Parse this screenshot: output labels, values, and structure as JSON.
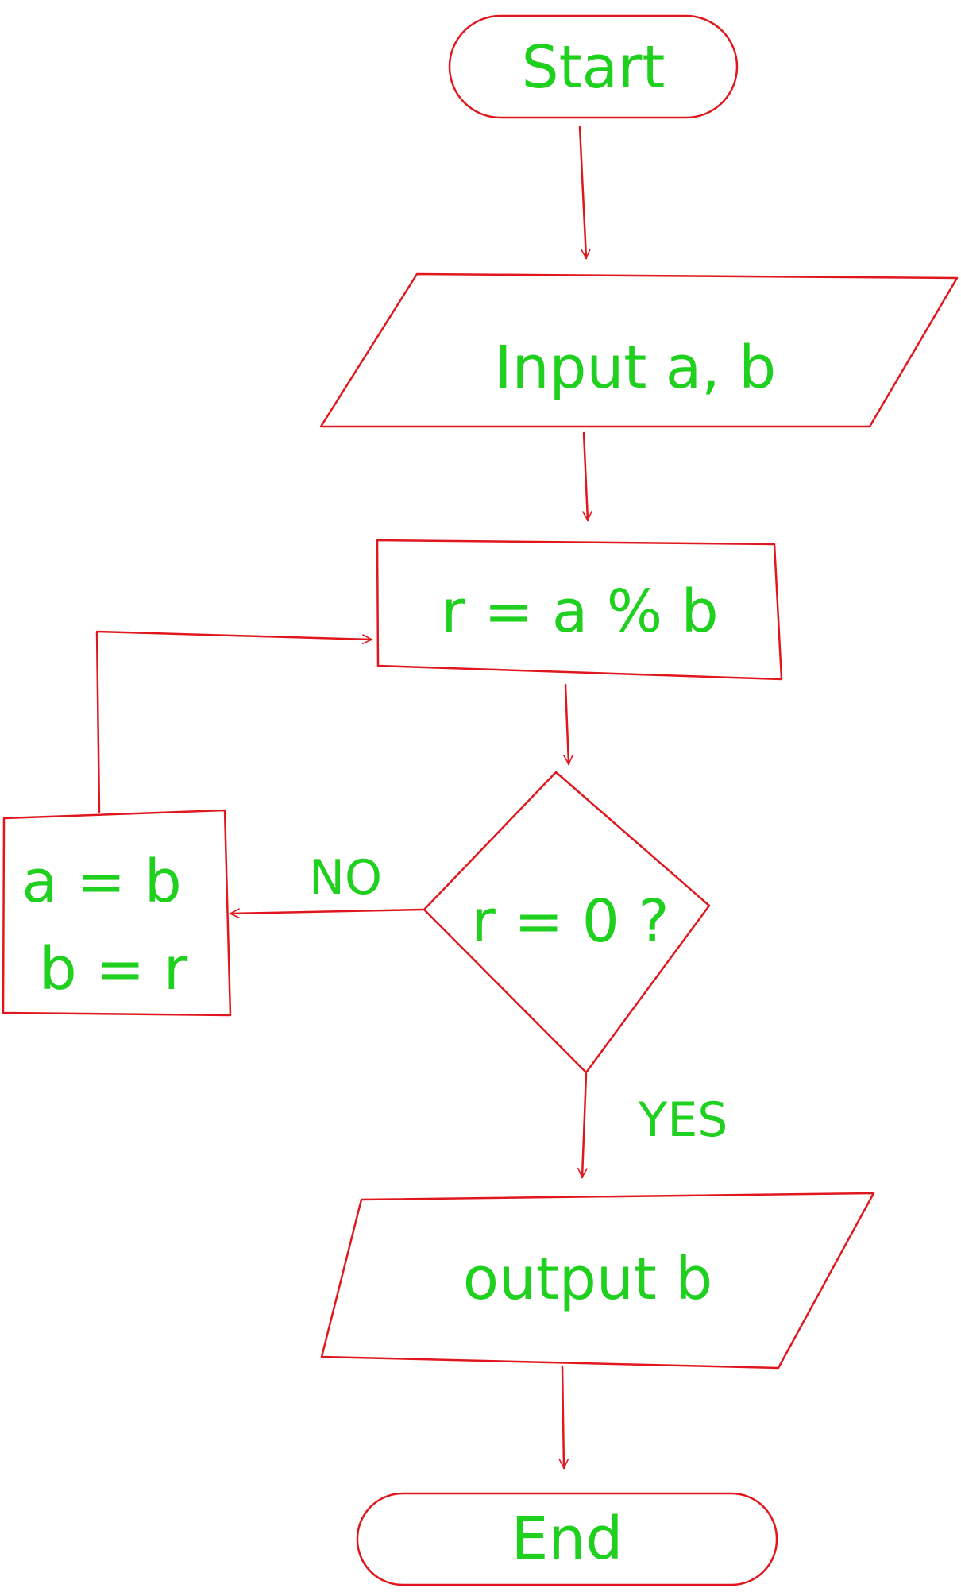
{
  "colors": {
    "stroke": "#e0181e",
    "text": "#1fd01f",
    "background": "#ffffff"
  },
  "nodes": {
    "start": {
      "label": "Start"
    },
    "input": {
      "label": "Input a, b"
    },
    "compute": {
      "label": "r = a % b"
    },
    "decision": {
      "label": "r = 0 ?"
    },
    "swap": {
      "line1": "a = b",
      "line2": "b = r"
    },
    "output": {
      "label": "output b"
    },
    "end": {
      "label": "End"
    }
  },
  "edges": {
    "no_label": "NO",
    "yes_label": "YES"
  }
}
